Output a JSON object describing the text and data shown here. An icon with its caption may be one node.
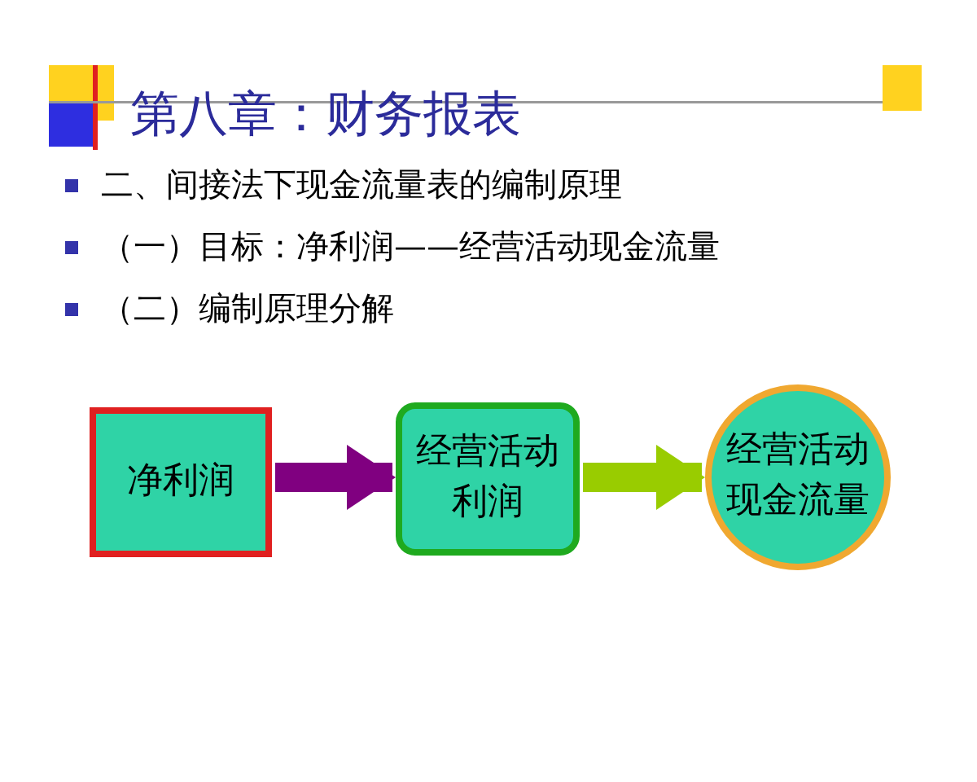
{
  "diagram": {
    "title": "第八章：财务报表",
    "nodes": [
      {
        "text": [
          "净利润"
        ]
      },
      {
        "text": [
          "经营活动利润"
        ]
      },
      {
        "text": [
          "经营活动现金流量"
        ]
      }
    ],
    "edges": [
      {
        "from": 0,
        "to": 1,
        "arrow": "to",
        "color": "#800080"
      },
      {
        "from": 1,
        "to": 2,
        "arrow": "to",
        "color": "#99cc00"
      }
    ],
    "labels": [
      "二、间接法下现金流量表的编制原理",
      "（一）目标：净利润——经营活动现金流量",
      "（二）编制原理分解"
    ]
  }
}
